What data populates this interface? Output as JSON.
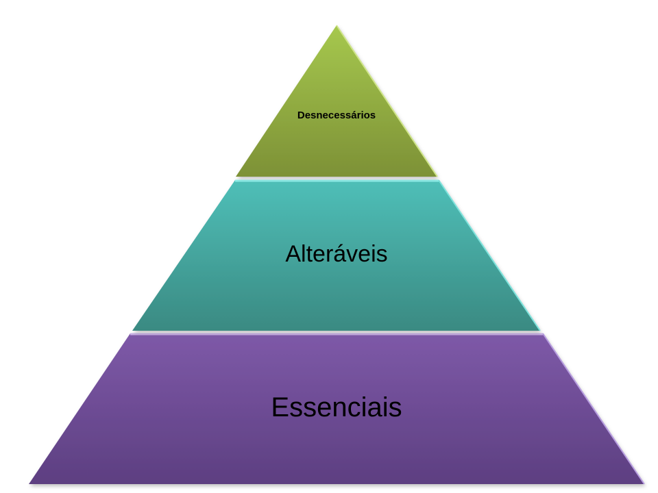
{
  "pyramid": {
    "tiers": [
      {
        "label": "Desnecessários",
        "color_light": "#a6c84e",
        "color_dark": "#7d9136"
      },
      {
        "label": "Alteráveis",
        "color_light": "#4fbfb8",
        "color_dark": "#3a8a82"
      },
      {
        "label": "Essenciais",
        "color_light": "#7e59a8",
        "color_dark": "#5d3f81"
      }
    ]
  }
}
